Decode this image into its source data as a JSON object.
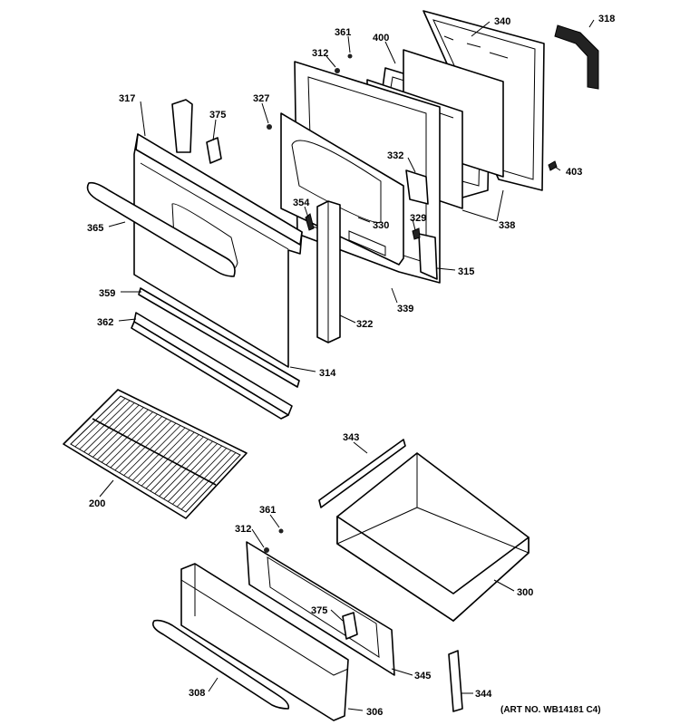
{
  "labels": {
    "p340": "340",
    "p318": "318",
    "p361a": "361",
    "p400": "400",
    "p312a": "312",
    "p317": "317",
    "p327": "327",
    "p375a": "375",
    "p403": "403",
    "p332": "332",
    "p354": "354",
    "p330": "330",
    "p329": "329",
    "p338": "338",
    "p365": "365",
    "p315": "315",
    "p359": "359",
    "p339": "339",
    "p362": "362",
    "p322": "322",
    "p314": "314",
    "p343": "343",
    "p200": "200",
    "p361b": "361",
    "p312b": "312",
    "p300": "300",
    "p375b": "375",
    "p345": "345",
    "p308": "308",
    "p344": "344",
    "p306": "306"
  },
  "art_number": "(ART NO. WB14181 C4)"
}
